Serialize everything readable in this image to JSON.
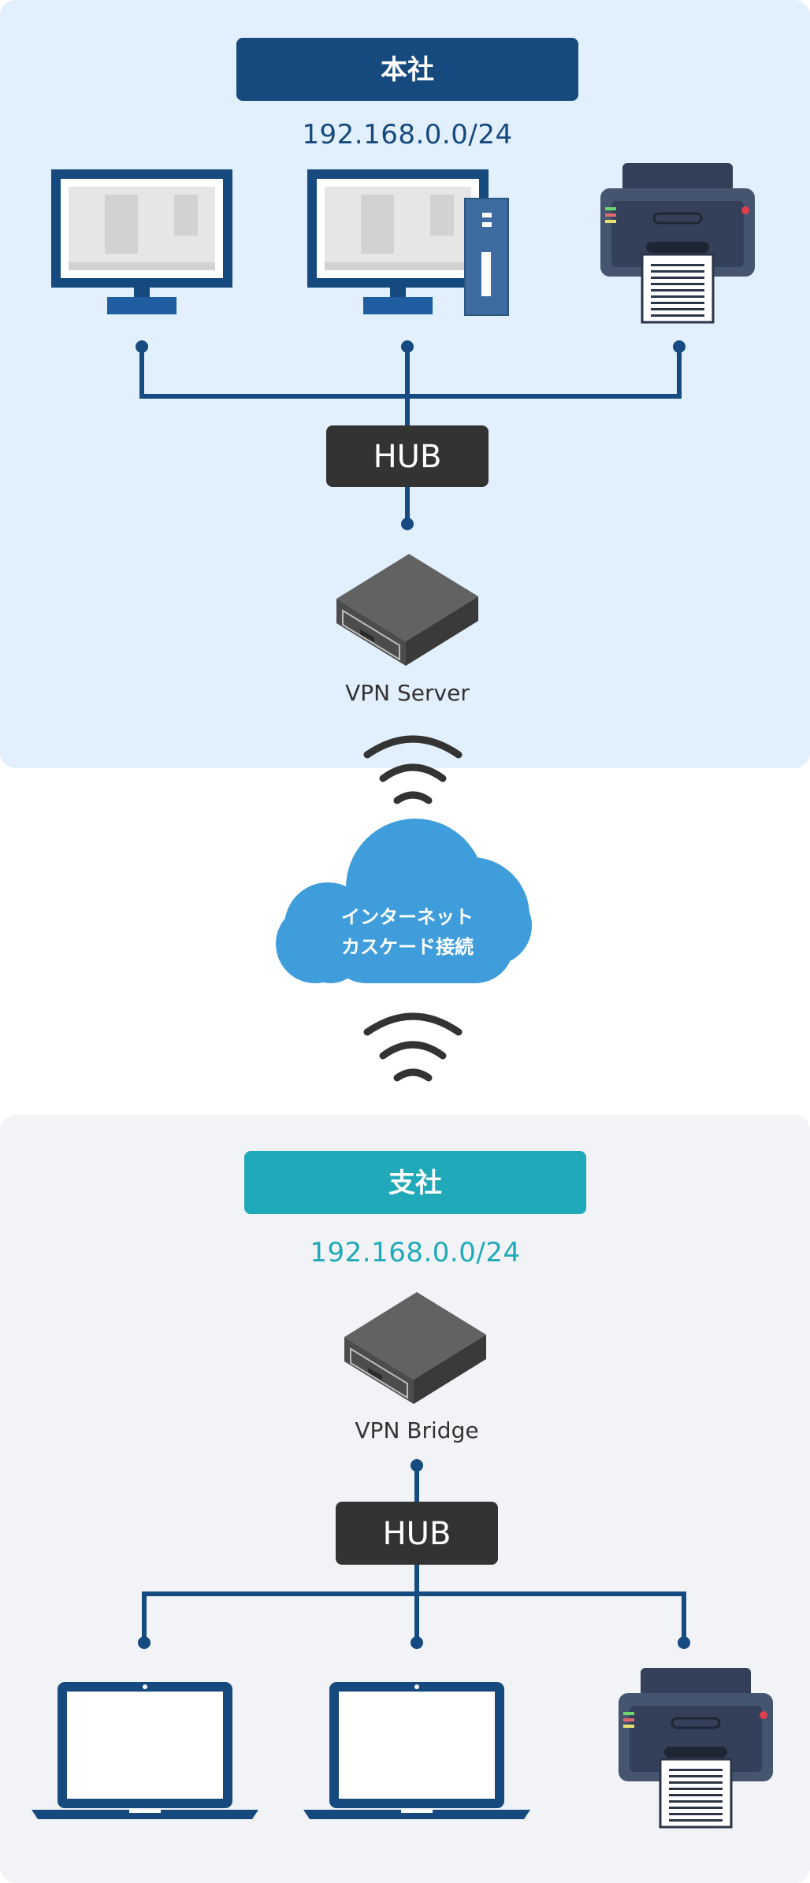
{
  "headquarters": {
    "title": "本社",
    "subnet": "192.168.0.0/24",
    "hub_label": "HUB",
    "server_label": "VPN Server"
  },
  "internet": {
    "line1": "インターネット",
    "line2": "カスケード接続"
  },
  "branch": {
    "title": "支社",
    "subnet": "192.168.0.0/24",
    "hub_label": "HUB",
    "bridge_label": "VPN Bridge"
  },
  "colors": {
    "hq_panel": "#e2effc",
    "hq_badge": "#164a7e",
    "branch_panel": "#f1f3f6",
    "branch_badge": "#1fa9b9",
    "line": "#154b80",
    "hub": "#333333",
    "cloud": "#3f9ddb"
  },
  "icons": {
    "desktop": "monitor-icon",
    "tower": "pc-tower-icon",
    "printer": "printer-icon",
    "server": "vpn-server-icon",
    "bridge": "vpn-bridge-icon",
    "wifi": "wifi-signal-icon",
    "cloud": "cloud-icon",
    "laptop": "laptop-icon"
  }
}
